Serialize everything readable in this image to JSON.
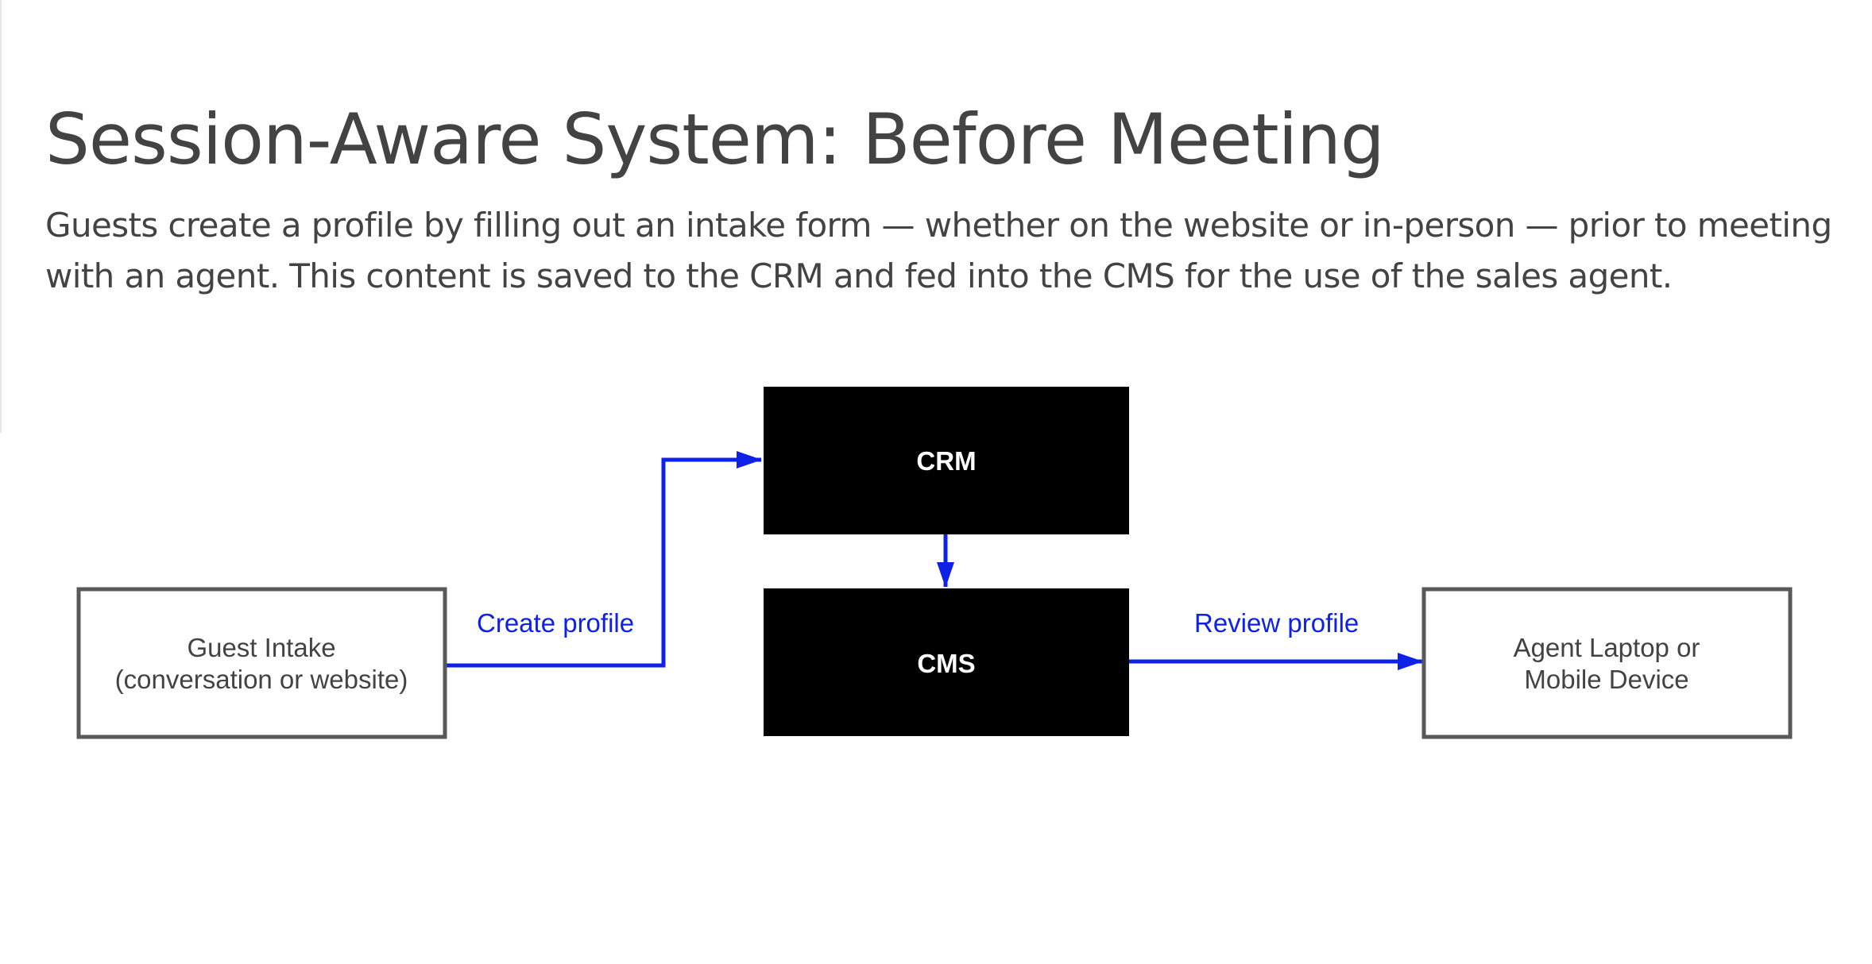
{
  "slide": {
    "title": "Session-Aware System: Before Meeting",
    "subtitle": "Guests create a profile by filling out an intake form — whether on the website or in-person — prior to meeting with an agent. This content is saved to the CRM and fed into the CMS for the use of the sales agent."
  },
  "diagram": {
    "nodes": {
      "crm": {
        "label": "CRM"
      },
      "cms": {
        "label": "CMS"
      },
      "guest_intake": {
        "line1": "Guest Intake",
        "line2": "(conversation or website)"
      },
      "agent_device": {
        "line1": "Agent Laptop or",
        "line2": "Mobile Device"
      }
    },
    "edges": {
      "create_profile": {
        "label": "Create profile"
      },
      "review_profile": {
        "label": "Review profile"
      }
    },
    "colors": {
      "arrow": "#0d21e8",
      "dark_box": "#000000",
      "light_box_border": "#595959",
      "text": "#434343"
    }
  }
}
